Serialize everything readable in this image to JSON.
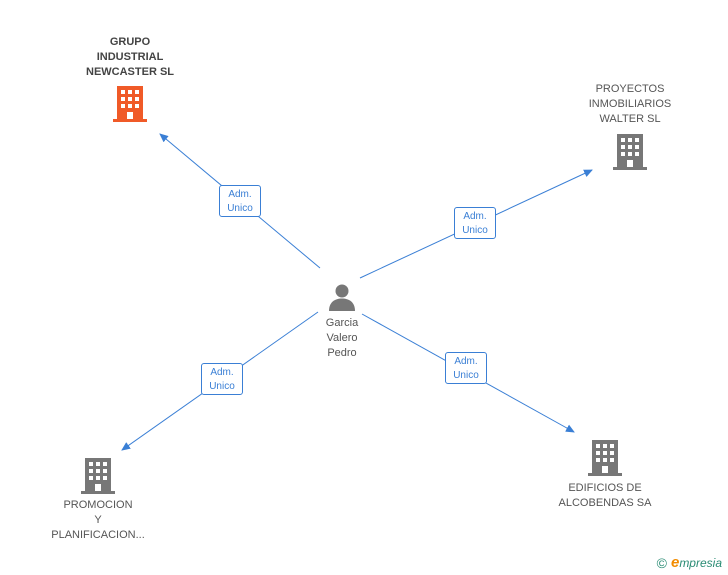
{
  "center": {
    "name_lines": [
      "Garcia",
      "Valero",
      "Pedro"
    ],
    "icon": "person-icon"
  },
  "companies": [
    {
      "id": "grupo",
      "lines": [
        "GRUPO",
        "INDUSTRIAL",
        "NEWCASTER SL"
      ],
      "color": "#f05a28",
      "highlight": true,
      "icon": "building-icon"
    },
    {
      "id": "proyectos",
      "lines": [
        "PROYECTOS",
        "INMOBILIARIOS",
        "WALTER SL"
      ],
      "color": "#777777",
      "highlight": false,
      "icon": "building-icon"
    },
    {
      "id": "promocion",
      "lines": [
        "PROMOCION",
        "Y",
        "PLANIFICACION..."
      ],
      "color": "#777777",
      "highlight": false,
      "icon": "building-icon"
    },
    {
      "id": "edificios",
      "lines": [
        "EDIFICIOS DE",
        "ALCOBENDAS SA"
      ],
      "color": "#777777",
      "highlight": false,
      "icon": "building-icon"
    }
  ],
  "relations": [
    {
      "to": "grupo",
      "label_lines": [
        "Adm.",
        "Unico"
      ]
    },
    {
      "to": "proyectos",
      "label_lines": [
        "Adm.",
        "Unico"
      ]
    },
    {
      "to": "promocion",
      "label_lines": [
        "Adm.",
        "Unico"
      ]
    },
    {
      "to": "edificios",
      "label_lines": [
        "Adm.",
        "Unico"
      ]
    }
  ],
  "colors": {
    "edge": "#3a7fd5",
    "person": "#777777"
  },
  "footer": {
    "copyright": "©",
    "brand_initial": "e",
    "brand_rest": "mpresia"
  }
}
